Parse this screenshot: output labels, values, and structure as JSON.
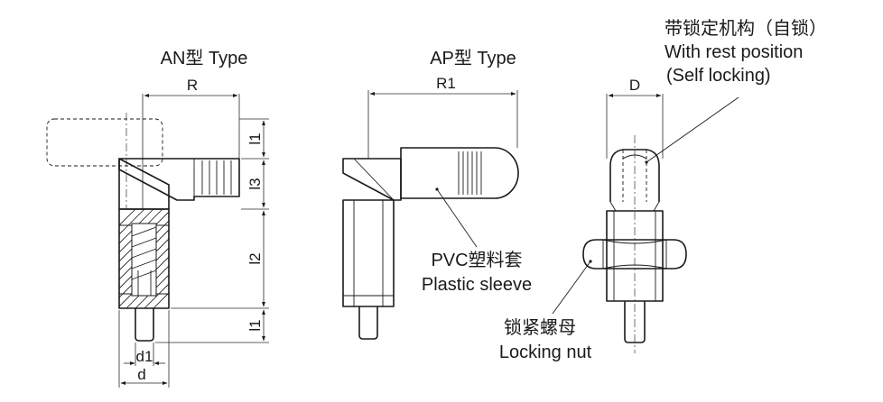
{
  "views": {
    "an": {
      "title": "AN型 Type"
    },
    "ap": {
      "title": "AP型 Type"
    },
    "side": {
      "callout_rest": {
        "cn": "带锁定机构（自锁）",
        "en1": "With rest position",
        "en2": "(Self locking)"
      }
    }
  },
  "dimensions": {
    "R": "R",
    "R1": "R1",
    "D": "D",
    "l1": "l1",
    "l2": "l2",
    "l3": "l3",
    "d1": "d1",
    "d": "d"
  },
  "callouts": {
    "sleeve": {
      "cn": "PVC塑料套",
      "en": "Plastic sleeve"
    },
    "nut": {
      "cn": "锁紧螺母",
      "en": "Locking nut"
    }
  }
}
